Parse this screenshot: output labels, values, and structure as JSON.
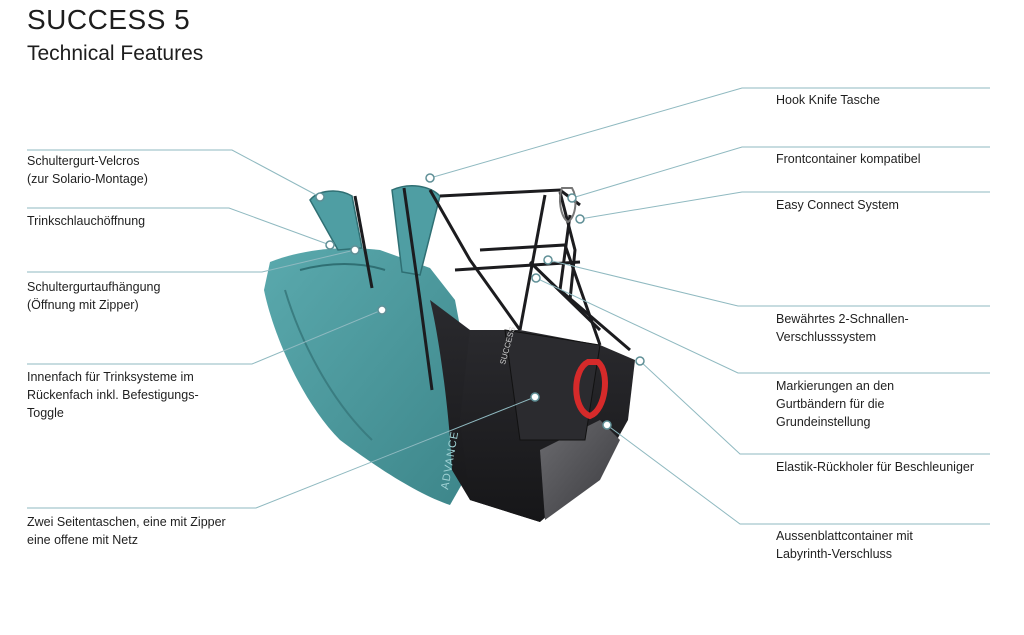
{
  "header": {
    "title": "SUCCESS 5",
    "subtitle": "Technical Features"
  },
  "colors": {
    "teal": "#4f9ea3",
    "teal_dark": "#33787c",
    "black": "#1c1c1f",
    "red": "#d62a2a",
    "leader_line": "#8fb9c0"
  },
  "callouts_left": [
    {
      "lines": [
        "Schultergurt-Velcros",
        "(zur Solario-Montage)"
      ]
    },
    {
      "lines": [
        "Trinkschlauchöffnung"
      ]
    },
    {
      "lines": [
        "Schultergurtaufhängung",
        "(Öffnung mit Zipper)"
      ]
    },
    {
      "lines": [
        "Innenfach für Trinksysteme im",
        "Rückenfach inkl. Befestigungs-",
        "Toggle"
      ]
    },
    {
      "lines": [
        "Zwei Seitentaschen, eine mit Zipper",
        "eine offene mit Netz"
      ]
    }
  ],
  "callouts_right": [
    {
      "lines": [
        "Hook Knife Tasche"
      ]
    },
    {
      "lines": [
        "Frontcontainer kompatibel"
      ]
    },
    {
      "lines": [
        "Easy Connect System"
      ]
    },
    {
      "lines": [
        "Bewährtes 2-Schnallen-",
        "Verschlusssystem"
      ]
    },
    {
      "lines": [
        "Markierungen an den",
        "Gurtbändern für die",
        "Grundeinstellung"
      ]
    },
    {
      "lines": [
        "Elastik-Rückholer für Beschleuniger"
      ]
    },
    {
      "lines": [
        "Aussenblattcontainer mit",
        "Labyrinth-Verschluss"
      ]
    }
  ],
  "product_marks": {
    "brand_side": "ADVANCE",
    "brand_back": "SUCCESS"
  }
}
